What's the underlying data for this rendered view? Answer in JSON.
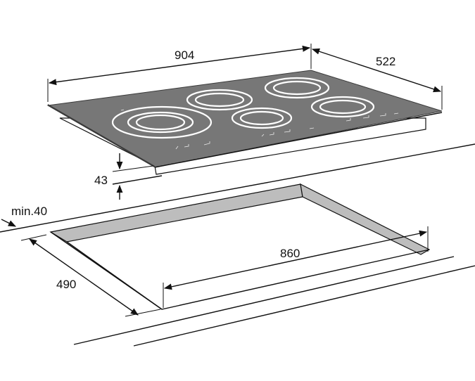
{
  "dimensions": {
    "width": "904",
    "depth": "522",
    "thickness": "43",
    "clearance": "min.40",
    "cutout_width": "860",
    "cutout_depth": "490"
  },
  "colors": {
    "glass": "#777777",
    "glass_edge": "#3a3a3a",
    "cutout_wall": "#bdbdbd",
    "line": "#111111",
    "ring": "#ffffff"
  }
}
